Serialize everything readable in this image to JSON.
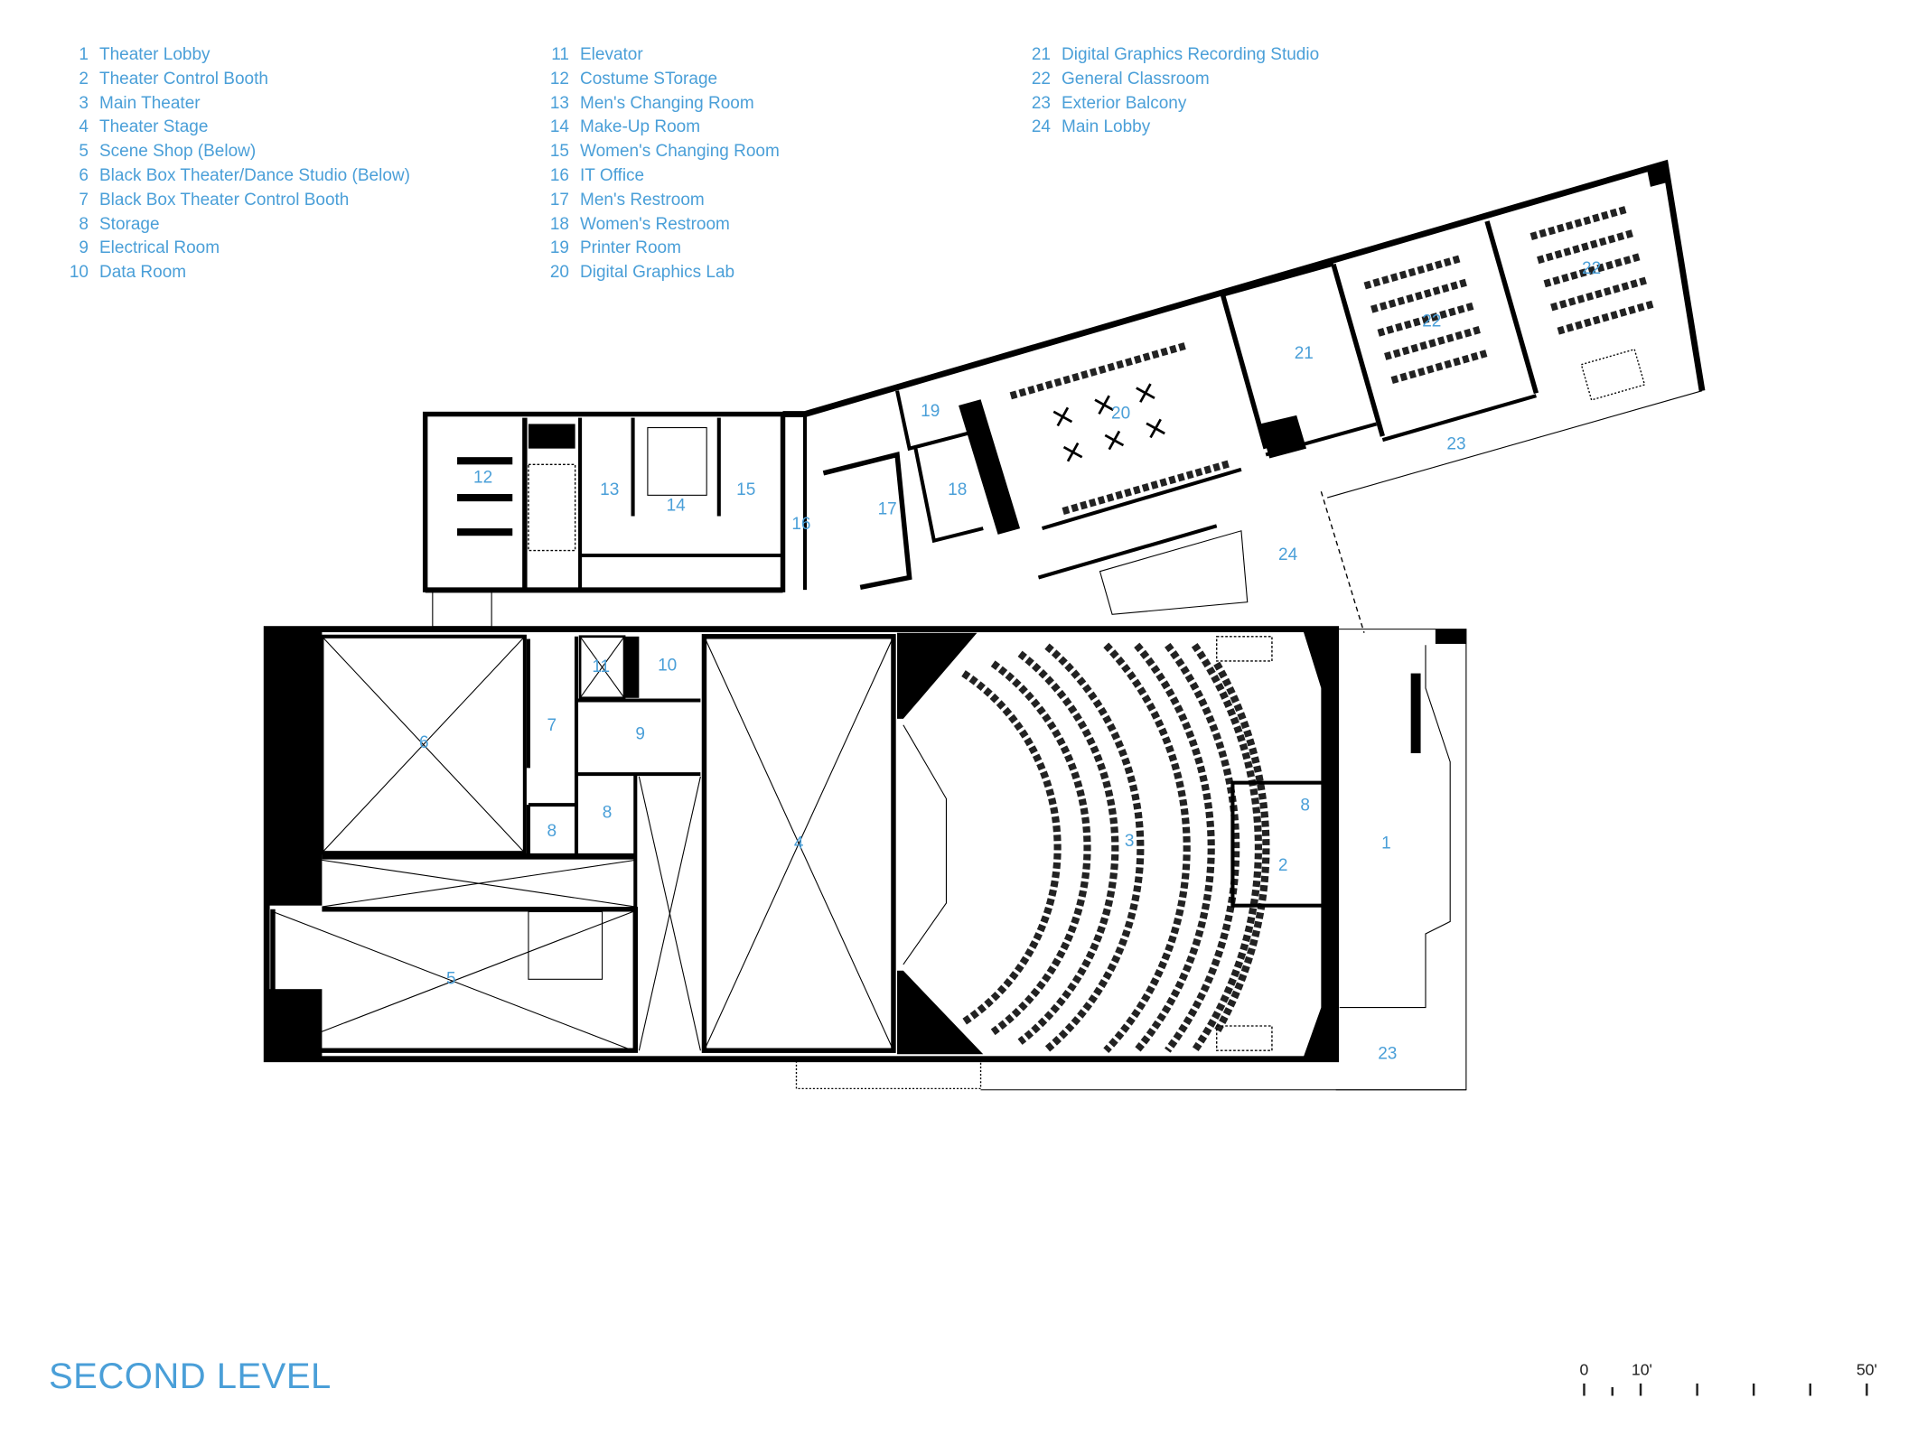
{
  "title": "SECOND LEVEL",
  "legend": {
    "col1": [
      {
        "n": "1",
        "label": "Theater Lobby"
      },
      {
        "n": "2",
        "label": "Theater Control Booth"
      },
      {
        "n": "3",
        "label": "Main Theater"
      },
      {
        "n": "4",
        "label": "Theater Stage"
      },
      {
        "n": "5",
        "label": "Scene Shop (Below)"
      },
      {
        "n": "6",
        "label": "Black Box Theater/Dance Studio (Below)"
      },
      {
        "n": "7",
        "label": "Black Box Theater Control Booth"
      },
      {
        "n": "8",
        "label": "Storage"
      },
      {
        "n": "9",
        "label": "Electrical Room"
      },
      {
        "n": "10",
        "label": "Data Room"
      }
    ],
    "col2": [
      {
        "n": "11",
        "label": "Elevator"
      },
      {
        "n": "12",
        "label": "Costume STorage"
      },
      {
        "n": "13",
        "label": "Men's Changing Room"
      },
      {
        "n": "14",
        "label": "Make-Up Room"
      },
      {
        "n": "15",
        "label": "Women's Changing Room"
      },
      {
        "n": "16",
        "label": "IT Office"
      },
      {
        "n": "17",
        "label": "Men's Restroom"
      },
      {
        "n": "18",
        "label": "Women's Restroom"
      },
      {
        "n": "19",
        "label": "Printer Room"
      },
      {
        "n": "20",
        "label": "Digital Graphics Lab"
      }
    ],
    "col3": [
      {
        "n": "21",
        "label": "Digital Graphics Recording Studio"
      },
      {
        "n": "22",
        "label": "General Classroom"
      },
      {
        "n": "23",
        "label": "Exterior Balcony"
      },
      {
        "n": "24",
        "label": "Main Lobby"
      }
    ]
  },
  "plan_labels": {
    "r1": "1",
    "r2": "2",
    "r3": "3",
    "r4": "4",
    "r5": "5",
    "r6": "6",
    "r7": "7",
    "r8a": "8",
    "r8b": "8",
    "r8c": "8",
    "r9": "9",
    "r10": "10",
    "r11": "11",
    "r12": "12",
    "r13": "13",
    "r14": "14",
    "r15": "15",
    "r16": "16",
    "r17": "17",
    "r18": "18",
    "r19": "19",
    "r20": "20",
    "r21": "21",
    "r22a": "22",
    "r22b": "22",
    "r23a": "23",
    "r23b": "23",
    "r24": "24"
  },
  "scale_bar": {
    "labels": [
      "0",
      "10'",
      "50'"
    ]
  },
  "colors": {
    "label": "#4a9fd8",
    "walls": "#000000"
  }
}
